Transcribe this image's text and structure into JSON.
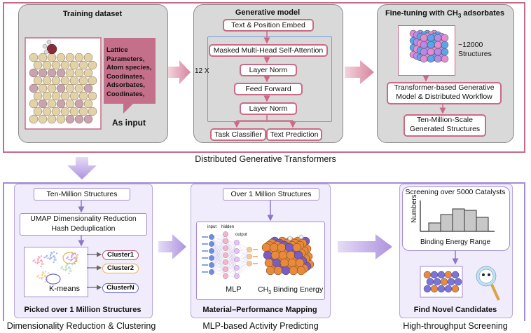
{
  "training": {
    "title": "Training dataset",
    "features": [
      "Lattice",
      "Parameters,",
      "Atom species,",
      "Coodinates,",
      "Adsorbates,",
      "Coodinates,"
    ],
    "as_input": "As input"
  },
  "generative": {
    "title": "Generative model",
    "embed": "Text & Position Embed",
    "attention": "Masked Multi-Head Self-Attention",
    "norm1": "Layer Norm",
    "ff": "Feed Forward",
    "norm2": "Layer Norm",
    "repeat": "12 X",
    "classifier": "Task Classifier",
    "prediction": "Text Prediction"
  },
  "finetune": {
    "title": "Fine-tuning with CH",
    "title_sub": "3",
    "title_end": " adsorbates",
    "count": "~12000",
    "count_label": "Structures",
    "workflow_1": "Transformer-based Generative",
    "workflow_2": "Model & Distributed Workflow",
    "generated_1": "Ten-Million-Scale",
    "generated_2": "Generated Structures"
  },
  "top_caption": "Distributed Generative Transformers",
  "dimred": {
    "start": "Ten-Million Structures",
    "umap_1": "UMAP Dimensionality Reduction",
    "umap_2": "Hash Deduplication",
    "kmeans": "K-means",
    "clusters": [
      "Cluster1",
      "Cluster2",
      "ClusterN"
    ],
    "picked": "Picked over 1 Million Structures",
    "caption": "Dimensionality Reduction & Clustering"
  },
  "mlp": {
    "start": "Over 1 Million Structures",
    "layer_input": "input",
    "layer_hidden": "hidden",
    "layer_output": "output",
    "mlp_label": "MLP",
    "energy_label": "CH",
    "energy_sub": "3",
    "energy_end": " Binding Energy",
    "mapping": "Material–Performance Mapping",
    "caption": "MLP-based Activity Predicting"
  },
  "screening": {
    "title": "Screening over 5000 Catalysts",
    "ylabel": "Numbers",
    "xlabel": "Binding Energy Range",
    "find": "Find Novel Candidates",
    "caption": "High-throughput Screening"
  },
  "colors": {
    "pink": "#c96a86",
    "purple": "#a48bd4",
    "accent_pink": "#c5537a"
  }
}
